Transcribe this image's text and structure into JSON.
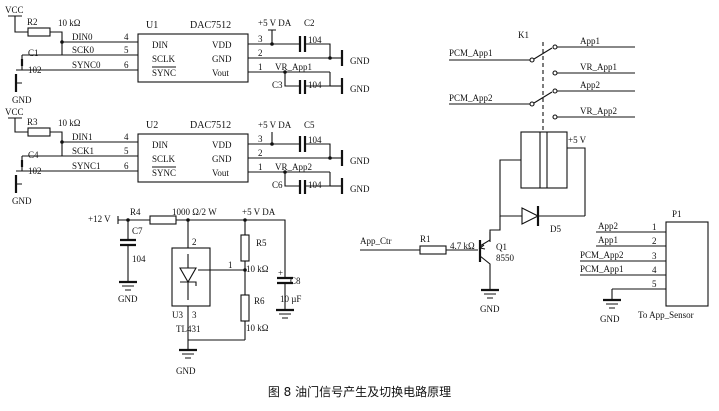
{
  "caption": "图 8 油门信号产生及切换电路原理",
  "dac1": {
    "vcc": "VCC",
    "r_ref": "R2",
    "r_val": "10 kΩ",
    "chip_ref": "U1",
    "chip_part": "DAC7512",
    "net_din": "DIN0",
    "net_sclk": "SCK0",
    "net_sync": "SYNC0",
    "pin_din": "4",
    "pin_sclk": "5",
    "pin_sync": "6",
    "pin_vdd": "3",
    "pin_gnd": "2",
    "pin_vout": "1",
    "lbl_din": "DIN",
    "lbl_sclk": "SCLK",
    "lbl_sync": "SYNC",
    "lbl_vdd": "VDD",
    "lbl_gnd": "GND",
    "lbl_vout": "Vout",
    "cap_in_ref": "C1",
    "cap_in_val": "102",
    "gnd_left": "GND",
    "supply": "+5 V DA",
    "cap_top_ref": "C2",
    "cap_top_val": "104",
    "out_net": "VR_App1",
    "cap_bot_ref": "C3",
    "cap_bot_val": "104",
    "gnd_right1": "GND",
    "gnd_right2": "GND"
  },
  "dac2": {
    "vcc": "VCC",
    "r_ref": "R3",
    "r_val": "10 kΩ",
    "chip_ref": "U2",
    "chip_part": "DAC7512",
    "net_din": "DIN1",
    "net_sclk": "SCK1",
    "net_sync": "SYNC1",
    "pin_din": "4",
    "pin_sclk": "5",
    "pin_sync": "6",
    "pin_vdd": "3",
    "pin_gnd": "2",
    "pin_vout": "1",
    "lbl_din": "DIN",
    "lbl_sclk": "SCLK",
    "lbl_sync": "SYNC",
    "lbl_vdd": "VDD",
    "lbl_gnd": "GND",
    "lbl_vout": "Vout",
    "cap_in_ref": "C4",
    "cap_in_val": "102",
    "gnd_left": "GND",
    "supply": "+5 V DA",
    "cap_top_ref": "C5",
    "cap_top_val": "104",
    "out_net": "VR_App2",
    "cap_bot_ref": "C6",
    "cap_bot_val": "104",
    "gnd_right1": "GND",
    "gnd_right2": "GND"
  },
  "ref": {
    "supply_in": "+12 V",
    "r_ref": "R4",
    "r_val": "1000 Ω/2 W",
    "supply_out": "+5 V DA",
    "cap_ref": "C7",
    "cap_val": "104",
    "gnd_cap": "GND",
    "pin2": "2",
    "pin1": "1",
    "pin3": "3",
    "chip_ref": "U3",
    "chip_part": "TL431",
    "r5_ref": "R5",
    "r5_val": "10 kΩ",
    "r6_ref": "R6",
    "r6_val": "10 kΩ",
    "c8_ref": "C8",
    "c8_val": "10 µF",
    "c8_pol": "+",
    "gnd_main": "GND",
    "gnd_c8": "GND"
  },
  "relay": {
    "ref": "K1",
    "in1": "PCM_App1",
    "in2": "PCM_App2",
    "out1a": "App1",
    "out1b": "VR_App1",
    "out2a": "App2",
    "out2b": "VR_App2",
    "supply": "+5 V",
    "diode_ref": "D5"
  },
  "driver": {
    "in_net": "App_Ctr",
    "r_ref": "R1",
    "r_val": "4.7 kΩ",
    "q_ref": "Q1",
    "q_part": "8550",
    "gnd": "GND"
  },
  "conn": {
    "ref": "P1",
    "pins": [
      "1",
      "2",
      "3",
      "4",
      "5"
    ],
    "nets": [
      "App2",
      "App1",
      "PCM_App2",
      "PCM_App1"
    ],
    "label": "To App_Sensor",
    "gnd": "GND"
  }
}
